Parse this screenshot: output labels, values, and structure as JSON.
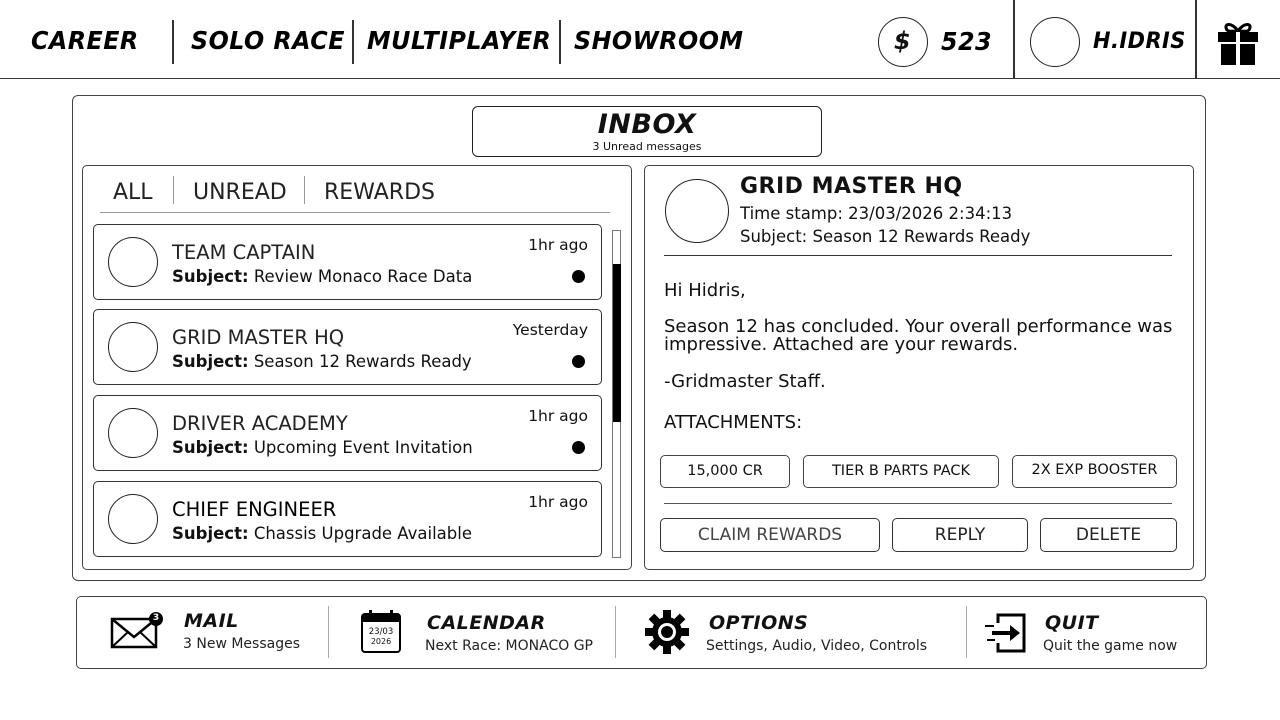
{
  "nav": {
    "tabs": [
      "CAREER",
      "SOLO RACE",
      "MULTIPLAYER",
      "SHOWROOM"
    ],
    "currency_symbol": "$",
    "currency_amount": "523",
    "username": "H.IDRIS"
  },
  "inbox": {
    "title": "INBOX",
    "subtitle": "3 Unread messages",
    "filters": [
      "ALL",
      "UNREAD",
      "REWARDS"
    ],
    "messages": [
      {
        "sender": "TEAM CAPTAIN",
        "subject_label": "Subject:",
        "subject": "Review Monaco Race Data",
        "time": "1hr ago",
        "unread": true
      },
      {
        "sender": "GRID MASTER HQ",
        "subject_label": "Subject:",
        "subject": "Season 12 Rewards Ready",
        "time": "Yesterday",
        "unread": true
      },
      {
        "sender": "DRIVER ACADEMY",
        "subject_label": "Subject:",
        "subject": "Upcoming Event Invitation",
        "time": "1hr ago",
        "unread": true
      },
      {
        "sender": "CHIEF ENGINEER",
        "subject_label": "Subject:",
        "subject": "Chassis Upgrade Available",
        "time": "1hr ago",
        "unread": false
      }
    ]
  },
  "detail": {
    "sender": "GRID MASTER HQ",
    "timestamp_label": "Time stamp:",
    "timestamp": "23/03/2026 2:34:13",
    "subject_label": "Subject:",
    "subject": "Season 12 Rewards Ready",
    "greeting": "Hi Hidris,",
    "body_line1": "Season 12 has concluded. Your overall performance was",
    "body_line2": "impressive. Attached are your rewards.",
    "signature": "-Gridmaster Staff.",
    "attachments_label": "ATTACHMENTS:",
    "attachments": [
      "15,000 CR",
      "TIER B PARTS PACK",
      "2X EXP BOOSTER"
    ],
    "actions": {
      "claim": "CLAIM REWARDS",
      "reply": "REPLY",
      "delete": "DELETE"
    }
  },
  "bottom": {
    "mail": {
      "title": "MAIL",
      "sub": "3 New Messages",
      "badge": "3"
    },
    "calendar": {
      "title": "CALENDAR",
      "sub": "Next Race: MONACO GP",
      "icon_date1": "23/03",
      "icon_date2": "2026"
    },
    "options": {
      "title": "OPTIONS",
      "sub": "Settings, Audio, Video, Controls"
    },
    "quit": {
      "title": "QUIT",
      "sub": "Quit the game now"
    }
  }
}
